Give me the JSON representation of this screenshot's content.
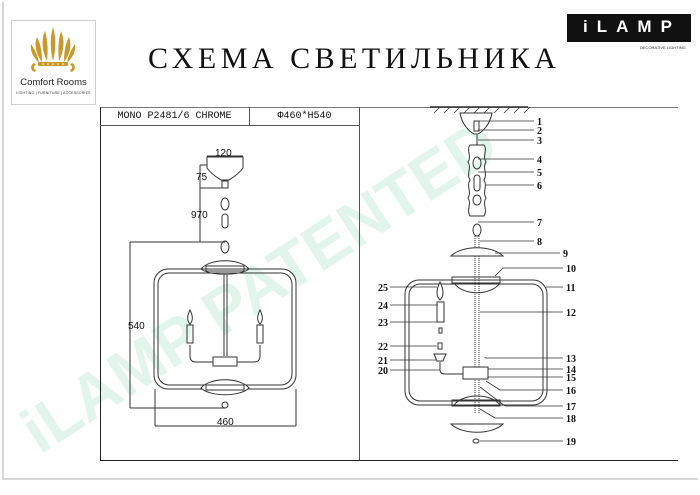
{
  "brand_left": {
    "name": "Comfort Rooms",
    "tagline": "LIGHTING | FURNITURE | ACCESSORIES",
    "accent_color": "#c9992a"
  },
  "brand_right": {
    "name": "iLAMP",
    "tagline": "DECORATIVE LIGHTING"
  },
  "title": "СХЕМА СВЕТИЛЬНИКА",
  "header": {
    "model": "MONO P2481/6 CHROME",
    "size": "Φ460*H540"
  },
  "watermark": "iLAMP PATENTED",
  "dimensions": {
    "canopy_width": "120",
    "canopy_height": "75",
    "chain_length": "970",
    "body_height": "540",
    "body_width": "460"
  },
  "callouts": [
    "1",
    "2",
    "3",
    "4",
    "5",
    "6",
    "7",
    "8",
    "9",
    "10",
    "11",
    "12",
    "13",
    "14",
    "15",
    "16",
    "17",
    "18",
    "19",
    "20",
    "21",
    "22",
    "23",
    "24",
    "25"
  ]
}
